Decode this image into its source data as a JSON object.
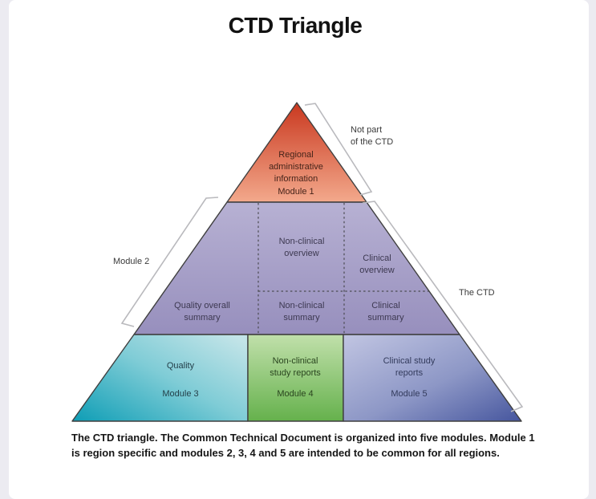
{
  "title": "CTD Triangle",
  "diagram": {
    "module1": {
      "label": "Regional\nadministrative\ninformation",
      "name": "Module 1"
    },
    "module2": {
      "bracket_label": "Module 2",
      "quality_overall_summary": "Quality overall\nsummary",
      "nonclinical_overview": "Non-clinical\noverview",
      "nonclinical_summary": "Non-clinical\nsummary",
      "clinical_overview": "Clinical\noverview",
      "clinical_summary": "Clinical\nsummary"
    },
    "module3": {
      "label": "Quality",
      "name": "Module 3"
    },
    "module4": {
      "label": "Non-clinical\nstudy reports",
      "name": "Module 4"
    },
    "module5": {
      "label": "Clinical study\nreports",
      "name": "Module 5"
    },
    "annotations": {
      "not_part": "Not part\nof the CTD",
      "the_ctd": "The CTD"
    },
    "colors": {
      "module1_top": "#c9381f",
      "module1_bottom": "#f3a98c",
      "module2_top": "#b7b1d3",
      "module2_bottom": "#978fbd",
      "module3_dark": "#0d9db5",
      "module3_light": "#c3e4e8",
      "module4_top": "#c1e0ab",
      "module4_bottom": "#65b14c",
      "module5_light": "#c1c5e2",
      "module5_dark": "#46569e",
      "outline": "#3f3f3f",
      "bracket": "#b9b9bd"
    }
  },
  "caption": "The CTD triangle. The Common Technical Document is organized into five modules. Module 1\nis region specific and modules 2, 3, 4 and 5 are intended to be common for all regions."
}
